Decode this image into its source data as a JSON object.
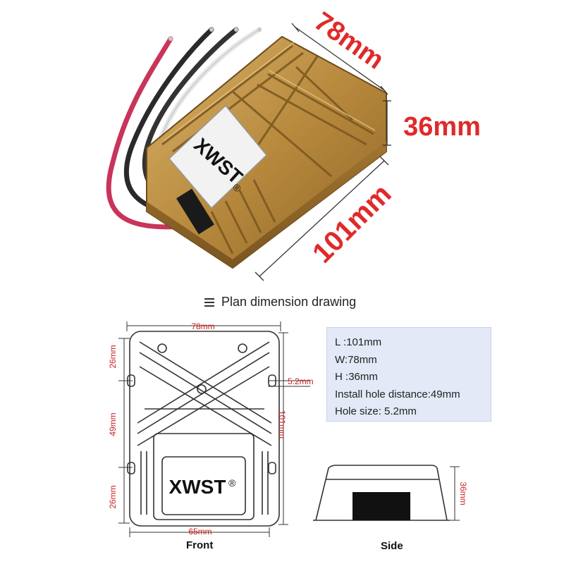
{
  "photo": {
    "brand": "XWST",
    "reg_mark": "®",
    "width_label": "78mm",
    "height_label": "36mm",
    "length_label": "101mm",
    "body_color": "#b88a3e",
    "wire_colors": [
      "#c8345a",
      "#2a2a2a",
      "#2e2e2e",
      "#e8e8e8"
    ]
  },
  "drawing": {
    "heading": "Plan dimension drawing",
    "heading_icon": "list-icon",
    "front": {
      "label": "Front",
      "brand": "XWST",
      "reg_mark": "®",
      "top_width": "78mm",
      "bottom_width": "65mm",
      "top_offset": "26mm",
      "hole_spacing": "49mm",
      "bottom_offset": "26mm",
      "length": "101mm",
      "hole_size": "5.2mm"
    },
    "side": {
      "label": "Side",
      "height": "36mm"
    },
    "specs": [
      {
        "key": "L",
        "sep": " :",
        "value": "101mm"
      },
      {
        "key": "W",
        "sep": ":",
        "value": "78mm"
      },
      {
        "key": "H",
        "sep": " :",
        "value": "36mm"
      },
      {
        "key": "Install hole distance",
        "sep": ":",
        "value": "49mm"
      },
      {
        "key": "Hole size",
        "sep": ": ",
        "value": "5.2mm"
      }
    ],
    "line_color": "#333333",
    "dim_color": "#cc2222"
  }
}
